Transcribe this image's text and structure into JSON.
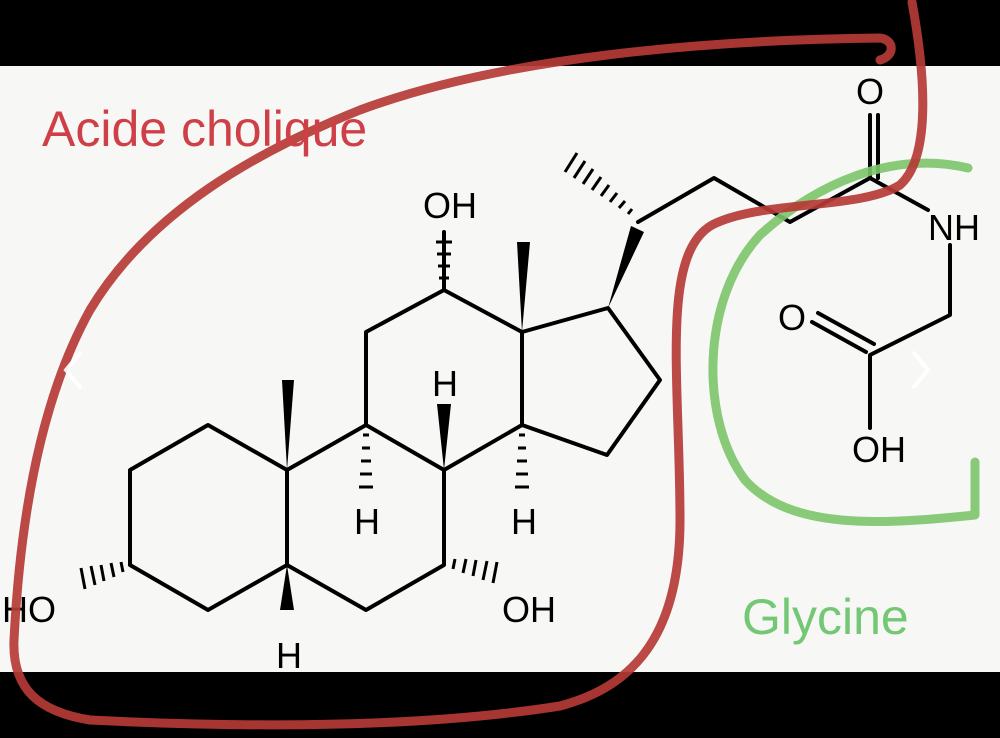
{
  "annotations": {
    "cholic_label": "Acide cholique",
    "glycine_label": "Glycine",
    "cholic_color": "#b53a35",
    "glycine_color": "#7cc46a"
  },
  "atoms": {
    "oh_3": "HO",
    "oh_7": "OH",
    "oh_12": "OH",
    "h_5": "H",
    "h_8": "H",
    "h_9": "H",
    "h_14": "H",
    "o_amide": "O",
    "nh": "NH",
    "o_acid": "O",
    "oh_acid": "OH"
  },
  "navigation": {
    "prev_icon": "chevron-left-icon",
    "next_icon": "chevron-right-icon"
  }
}
